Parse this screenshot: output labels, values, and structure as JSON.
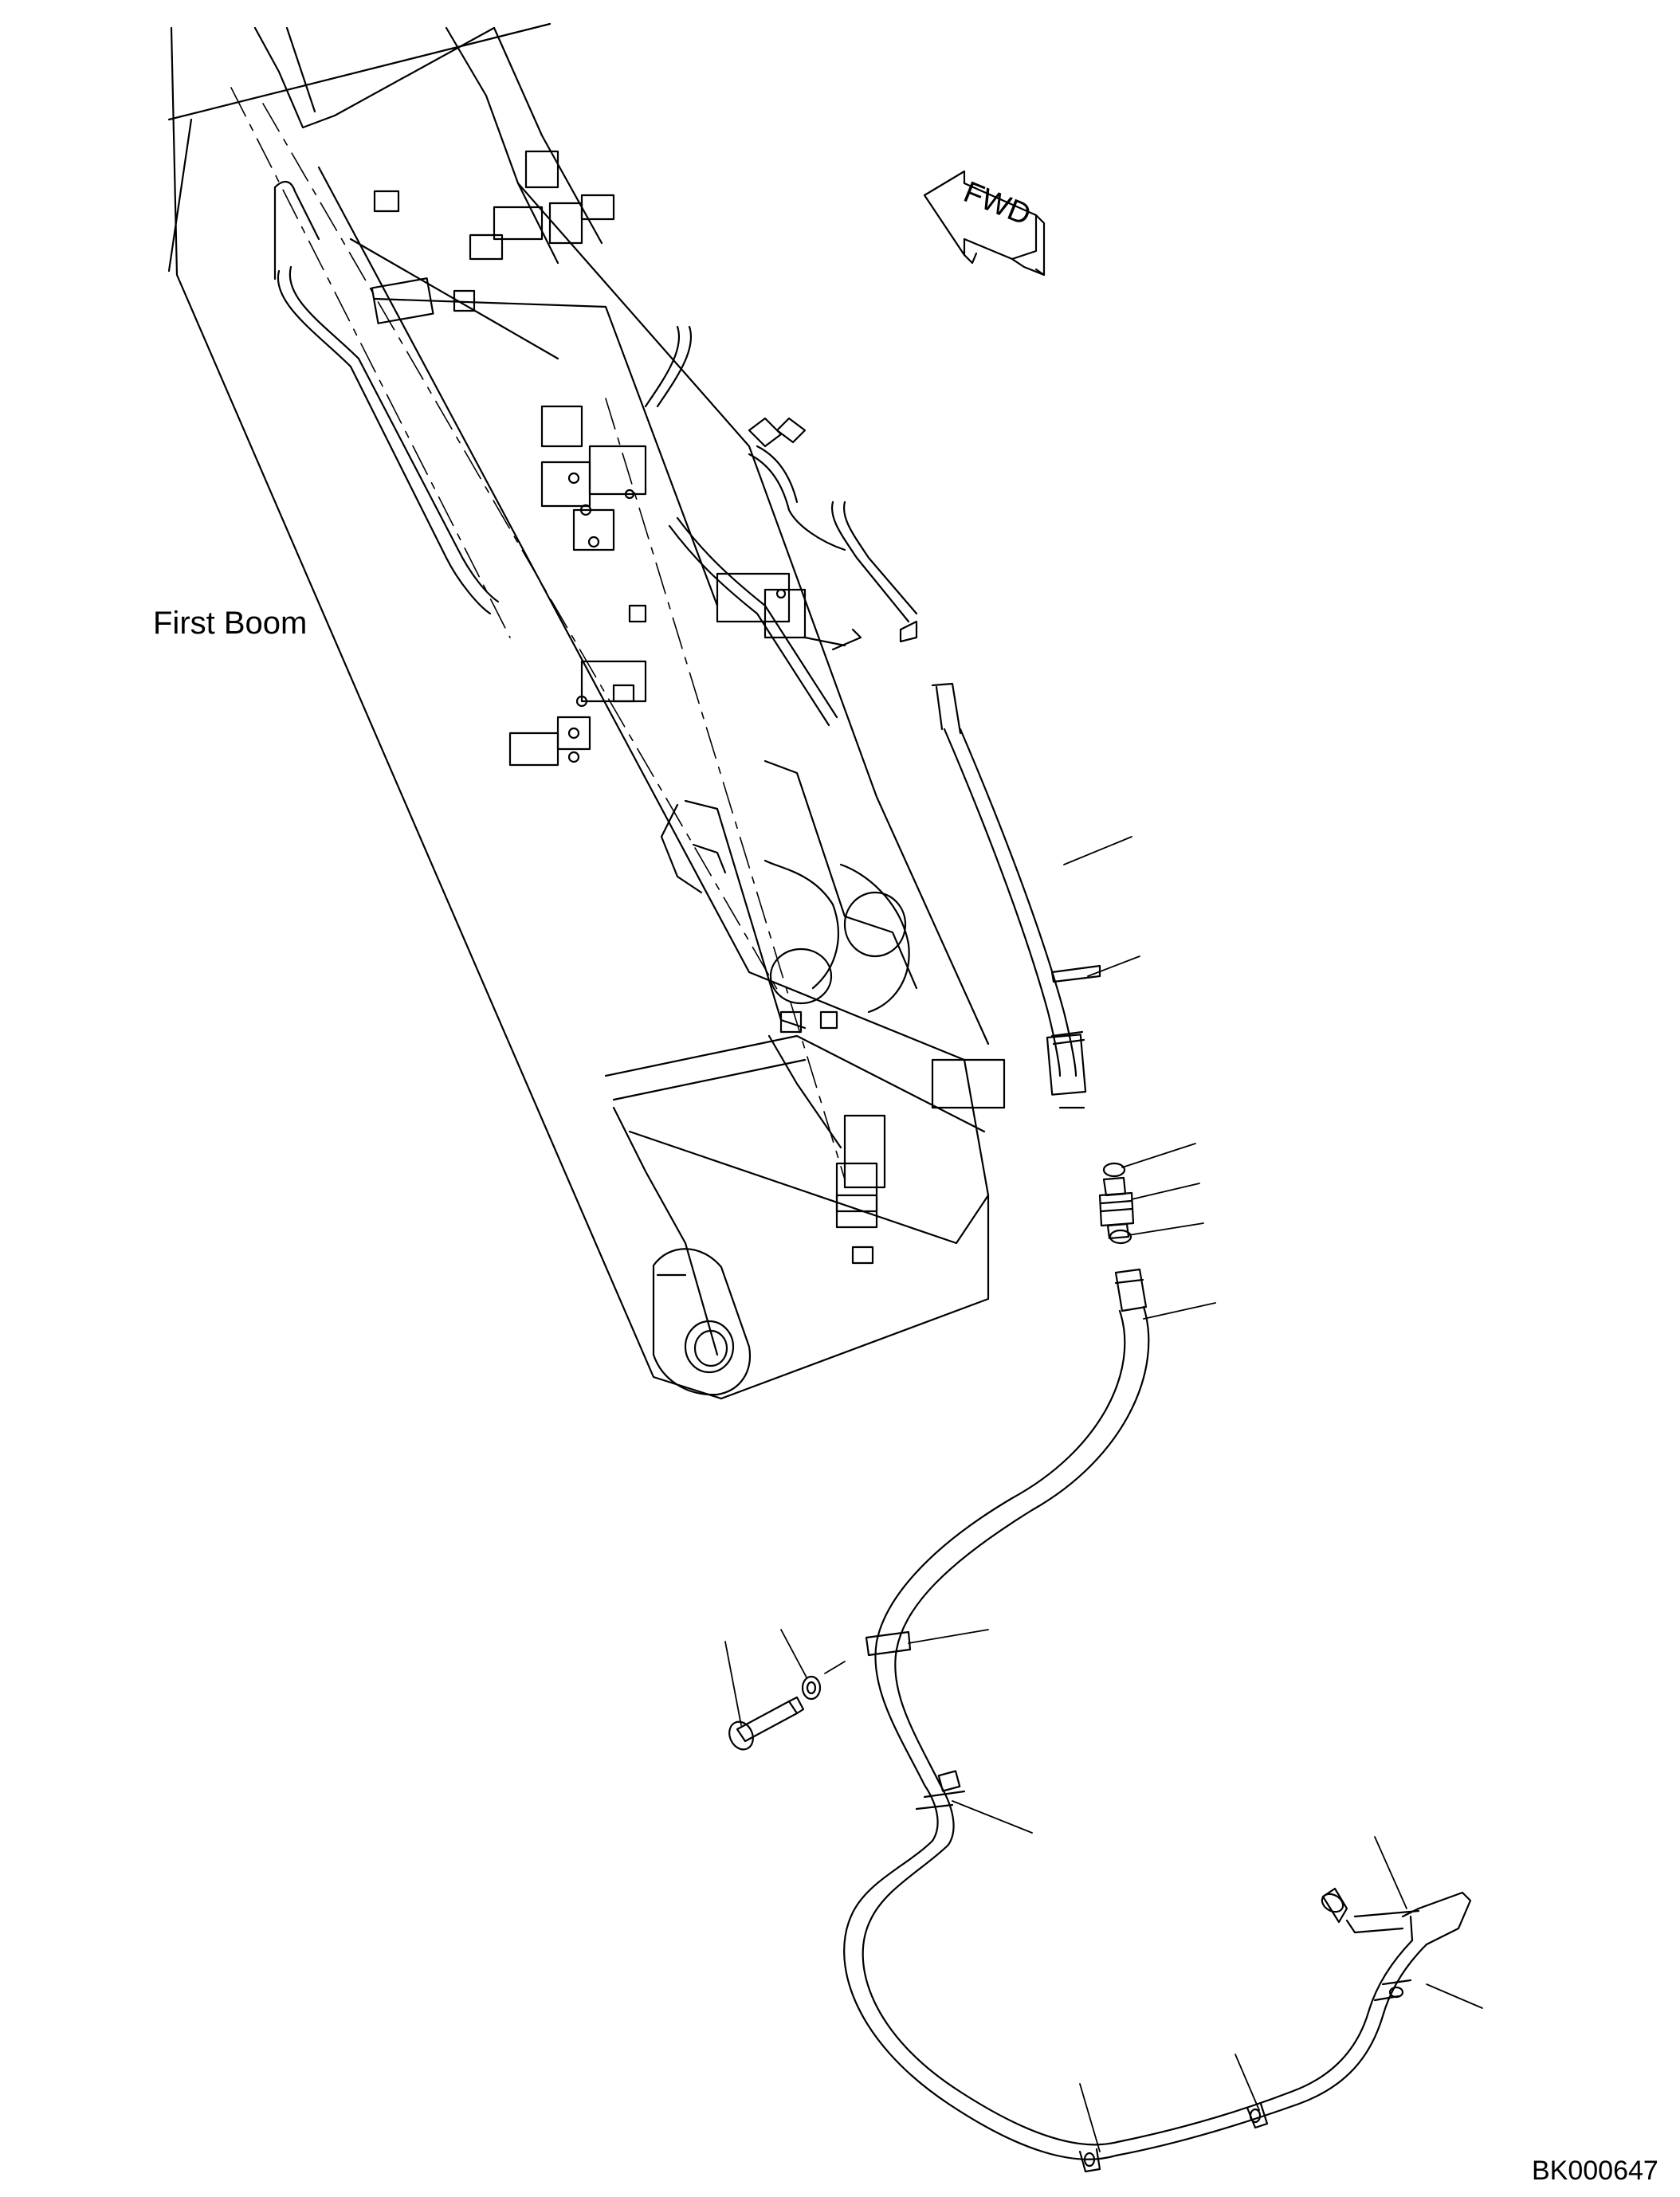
{
  "diagram": {
    "assembly_label": "First Boom",
    "direction_label": "FWD",
    "drawing_number": "BK000647"
  },
  "style": {
    "line_color": "#000000",
    "background": "#ffffff"
  }
}
